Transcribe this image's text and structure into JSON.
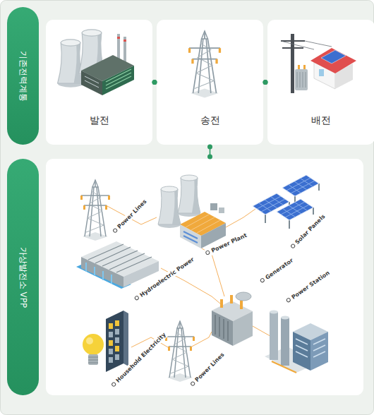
{
  "diagram": {
    "nodes": [
      {
        "text": [
          "기존전력계통"
        ]
      },
      {
        "text": [
          "발전"
        ]
      },
      {
        "text": [
          "송전"
        ]
      },
      {
        "text": [
          "배전"
        ]
      },
      {
        "text": [
          "가상발전소 VPP"
        ]
      },
      {
        "text": [
          "Power Lines",
          "Power Plant",
          "Solar Panels",
          "Hydroelectric Power",
          "Generator",
          "Power Station",
          "Household Electricity",
          "Power Lines"
        ]
      }
    ],
    "edges": [
      {
        "from": 1,
        "to": 2,
        "arrow": "none"
      },
      {
        "from": 2,
        "to": 3,
        "arrow": "none"
      },
      {
        "from": 2,
        "to": 5,
        "arrow": "none"
      }
    ]
  }
}
